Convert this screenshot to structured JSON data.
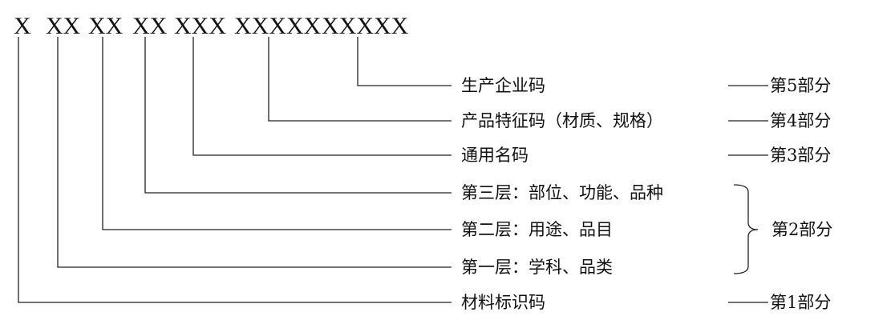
{
  "codes": [
    "X",
    "XX",
    "XX",
    "XX",
    "XXX",
    "XXXXX",
    "XXXXX"
  ],
  "labels": {
    "producer": "生产企业码",
    "feature": "产品特征码（材质、规格）",
    "generic": "通用名码",
    "layer3": "第三层：部位、功能、品种",
    "layer2": "第二层：用途、品目",
    "layer1": "第一层：学科、品类",
    "material": "材料标识码"
  },
  "parts": {
    "p5": "第5部分",
    "p4": "第4部分",
    "p3": "第3部分",
    "p2": "第2部分",
    "p1": "第1部分"
  }
}
